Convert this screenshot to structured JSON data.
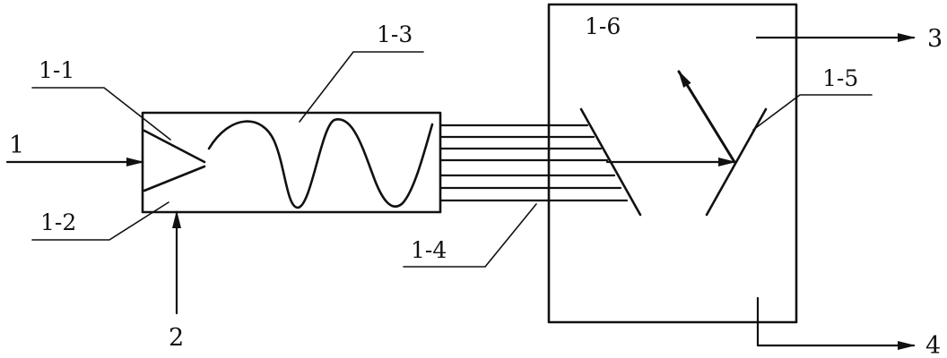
{
  "diagram": {
    "labels": {
      "input_1": "1",
      "input_2": "2",
      "output_3": "3",
      "output_4": "4",
      "part_1_1": "1-1",
      "part_1_2": "1-2",
      "part_1_3": "1-3",
      "part_1_4": "1-4",
      "part_1_5": "1-5",
      "part_1_6": "1-6"
    },
    "colors": {
      "stroke": "#111111",
      "background": "#ffffff"
    }
  }
}
